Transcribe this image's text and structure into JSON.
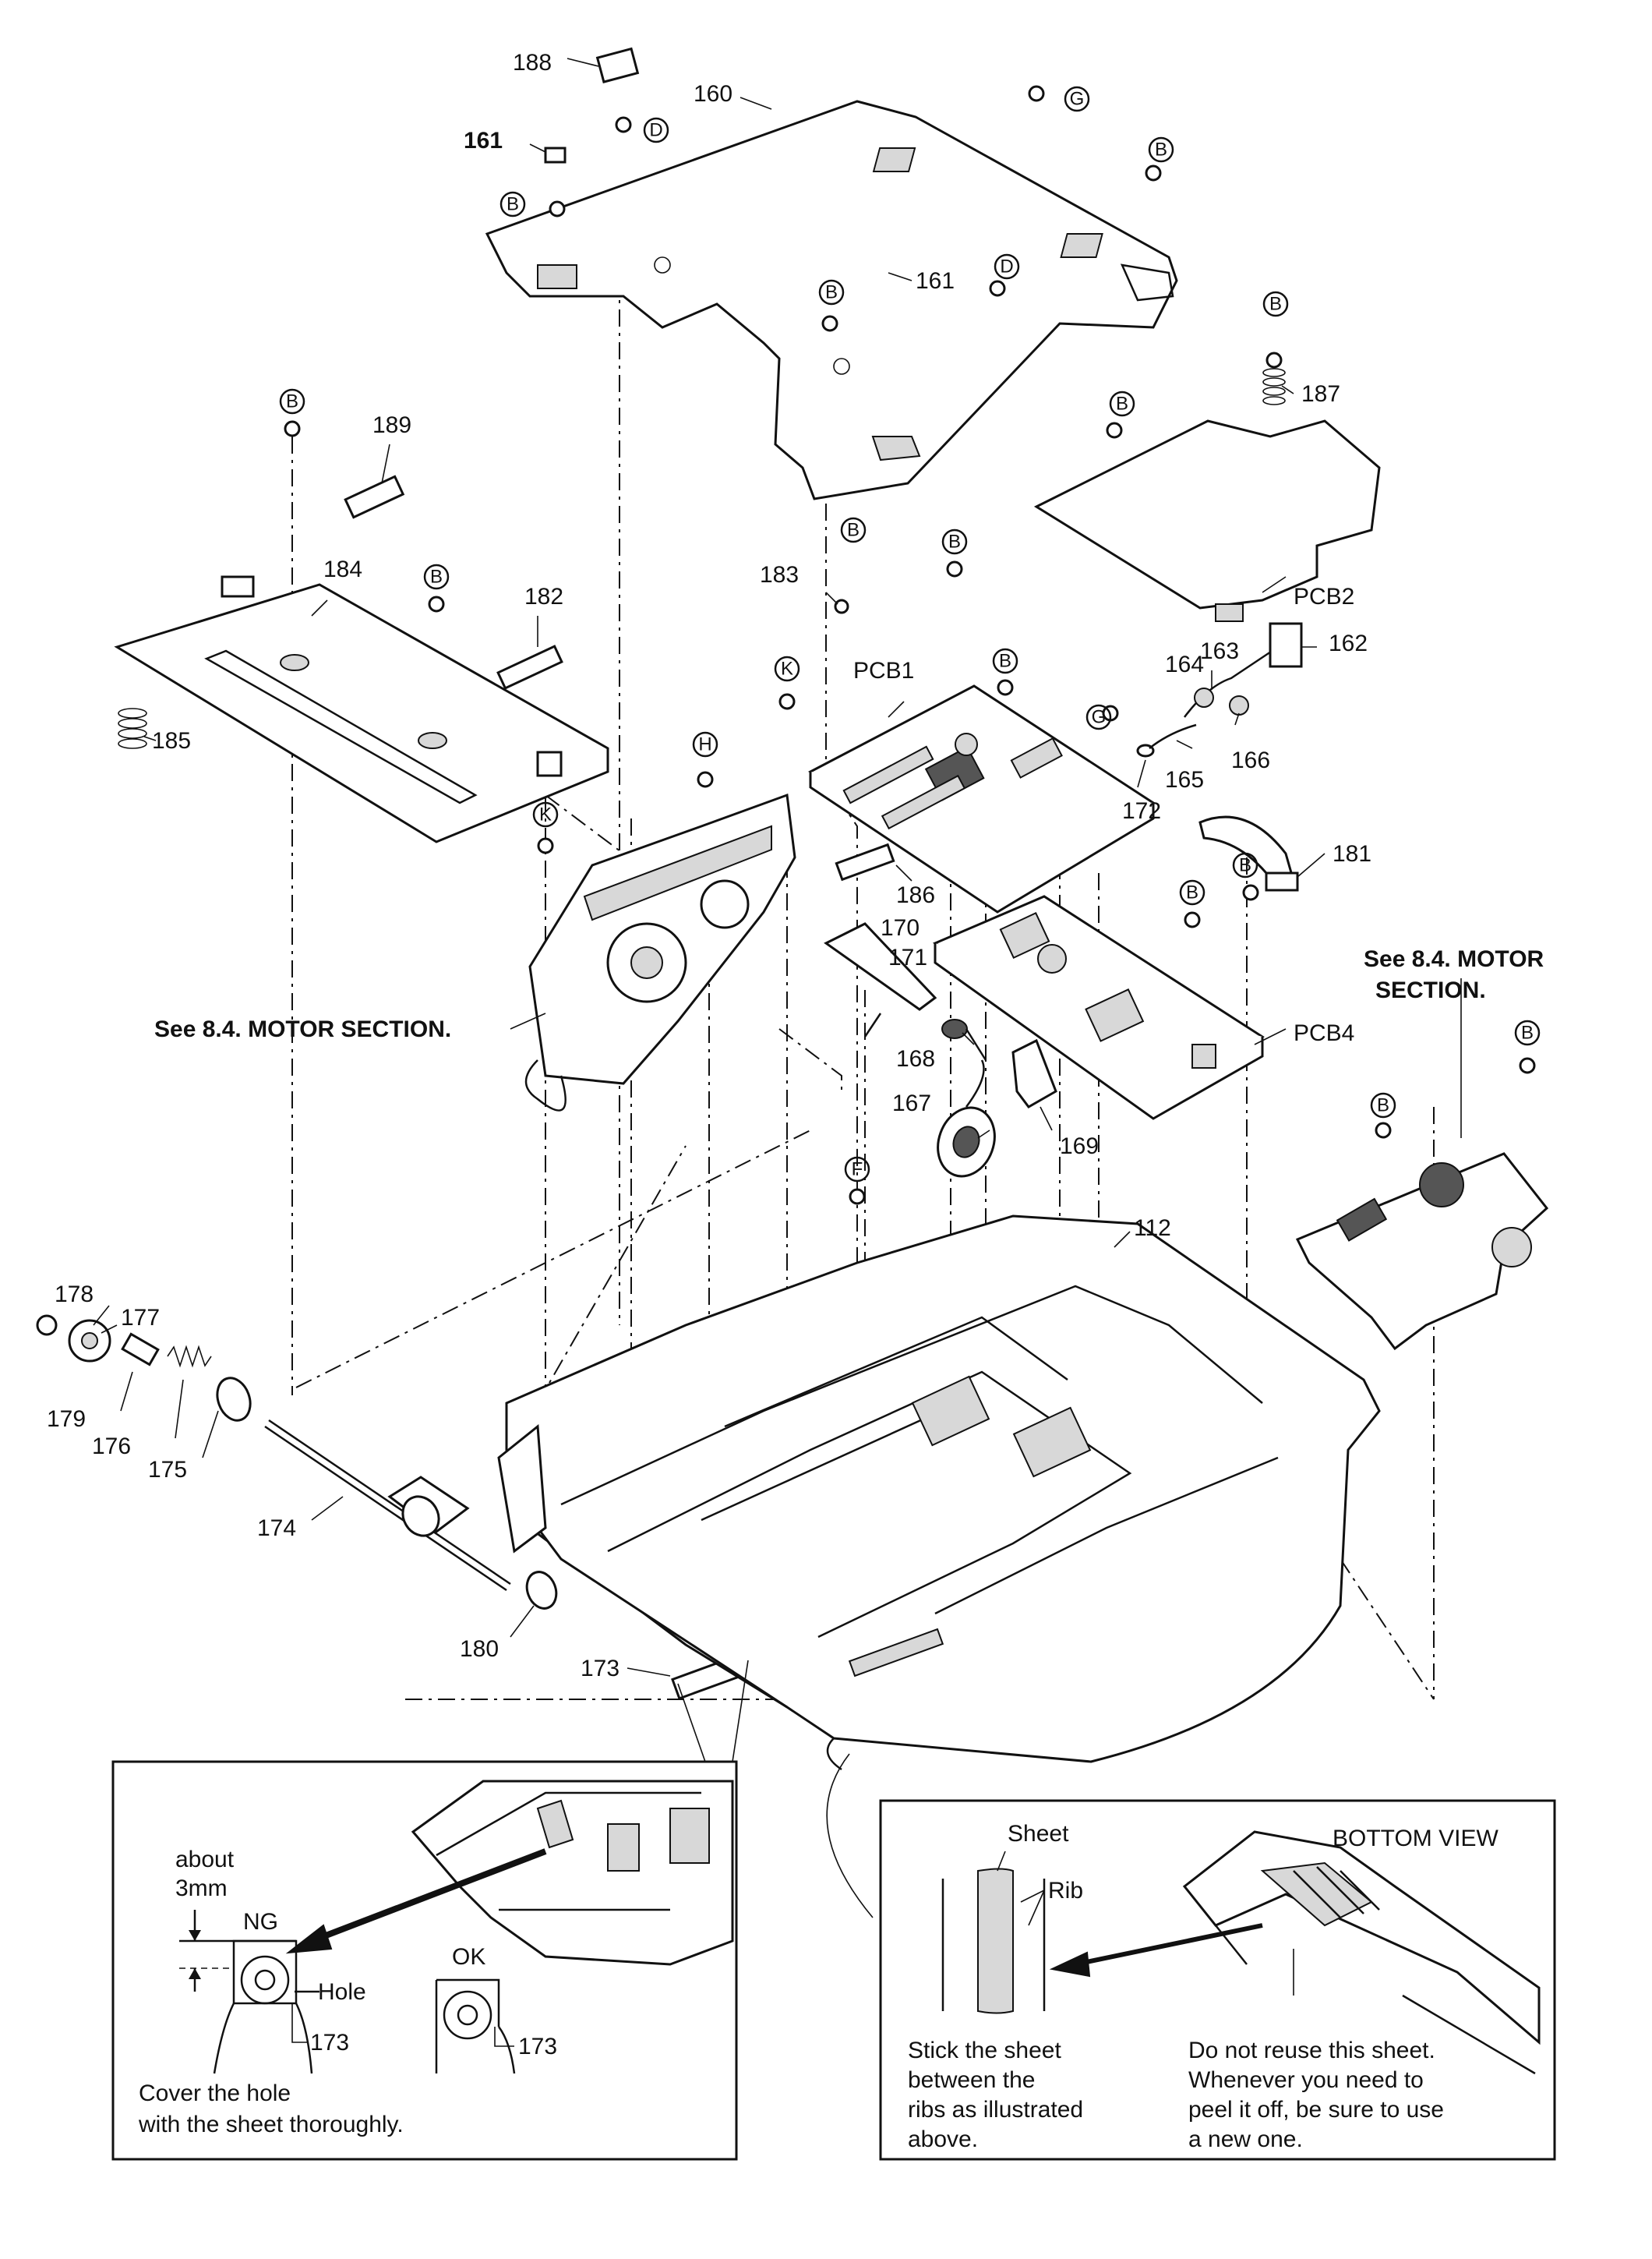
{
  "labels": {
    "l188": "188",
    "l160": "160",
    "l161a": "161",
    "l161b": "161",
    "l189": "189",
    "l187": "187",
    "l184": "184",
    "l182": "182",
    "l183": "183",
    "l185": "185",
    "pcb1": "PCB1",
    "pcb2": "PCB2",
    "l162": "162",
    "l163": "163",
    "l164": "164",
    "l166": "166",
    "l165": "165",
    "l172": "172",
    "l181": "181",
    "l186": "186",
    "l170": "170",
    "l171": "171",
    "l168": "168",
    "l167": "167",
    "l169": "169",
    "pcb4": "PCB4",
    "l112": "112",
    "l178": "178",
    "l177": "177",
    "l179": "179",
    "l176": "176",
    "l175": "175",
    "l174": "174",
    "l180": "180",
    "l173": "173"
  },
  "screw_markers": {
    "b": "B",
    "d": "D",
    "g": "G",
    "k": "K",
    "h": "H",
    "f": "F"
  },
  "references": {
    "motor_left": "See 8.4. MOTOR SECTION.",
    "motor_right_line1": "See 8.4. MOTOR",
    "motor_right_line2": "SECTION."
  },
  "inset_left": {
    "about": "about",
    "dim": "3mm",
    "ng": "NG",
    "ok": "OK",
    "hole": "Hole",
    "part_ng": "173",
    "part_ok": "173",
    "caption_line1": "Cover the hole",
    "caption_line2": "with the sheet thoroughly."
  },
  "inset_right": {
    "bottom_view": "BOTTOM VIEW",
    "sheet": "Sheet",
    "rib": "Rib",
    "left_caption": [
      "Stick the sheet",
      "between the",
      "ribs as illustrated",
      "above."
    ],
    "right_caption": [
      "Do not reuse this sheet.",
      "Whenever you need to",
      "peel it off, be sure to use",
      "a new one."
    ]
  }
}
